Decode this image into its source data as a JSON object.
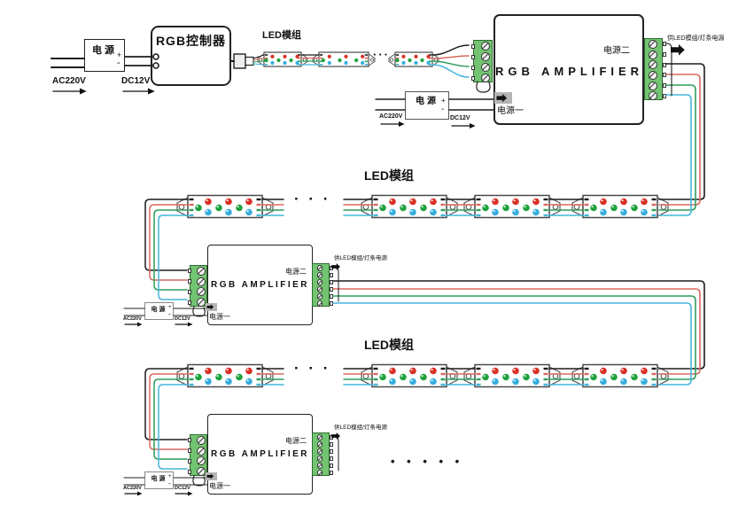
{
  "labels": {
    "power_supply": "电源",
    "ac_mains": "AC220V",
    "dc_output": "DC12V",
    "rgb_controller": "RGB控制器",
    "led_module": "LED模组",
    "rgb_amplifier": "RGB AMPLIFIER",
    "power_input_1": "电源一",
    "power_input_2": "电源二",
    "led_power_feed": "供LED模组/灯条电源",
    "plus": "+",
    "minus": "-",
    "strip_ellipsis": "···",
    "row_ellipsis": "· · ·",
    "continuation_dots": "• • • • •"
  },
  "colors": {
    "wire_black": "#1c1c1c",
    "wire_red": "#d9695f",
    "wire_green": "#2f9e5a",
    "wire_blue": "#45b6dc",
    "terminal_body": "#72c472",
    "terminal_border": "#2d6b2d",
    "led_red": "#d93025",
    "led_green": "#1fa23d",
    "led_blue": "#36aede",
    "icon_gray": "#b5b5b5",
    "outline": "#333333"
  },
  "components": {
    "controller_count": 1,
    "amplifier_count": 3,
    "power_supply_count": 4,
    "led_modules_visible_per_row": [
      3,
      4,
      4
    ],
    "led_colors_per_module": [
      "red",
      "green",
      "blue"
    ]
  }
}
